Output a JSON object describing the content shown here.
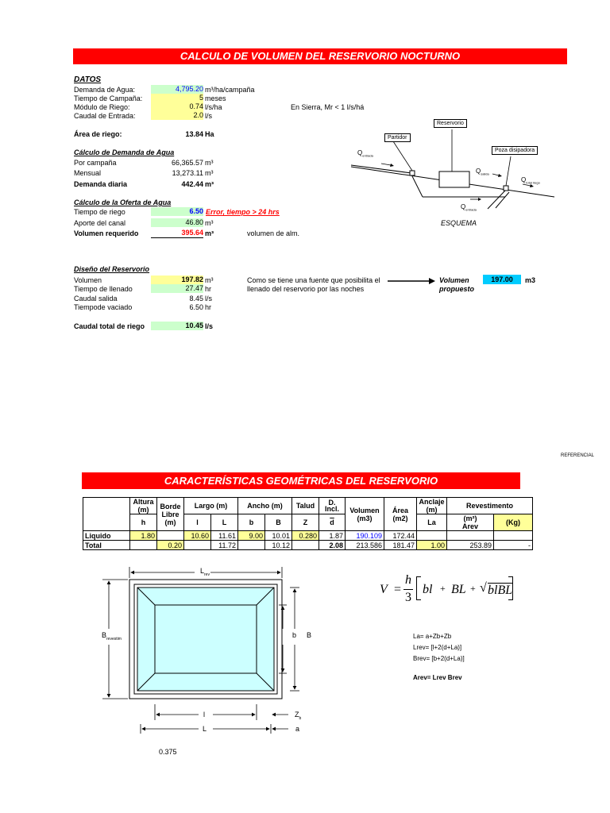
{
  "titles": {
    "main": "CALCULO DE VOLUMEN DEL RESERVORIO NOCTURNO",
    "geo": "CARACTERÍSTICAS GEOMÉTRICAS DEL RESERVORIO"
  },
  "datos": {
    "header": "DATOS",
    "rows": [
      {
        "label": "Demanda de Agua:",
        "value": "4,795.20",
        "unit": "m³/ha/campaña"
      },
      {
        "label": "Tiempo de Campaña:",
        "value": "5",
        "unit": "meses"
      },
      {
        "label": "Módulo de Riego:",
        "value": "0.74",
        "unit": "l/s/ha"
      },
      {
        "label": "Caudal de Entrada:",
        "value": "2.0",
        "unit": "l/s"
      }
    ],
    "note": "En Sierra, Mr < 1 l/s/há"
  },
  "area": {
    "label": "Área de riego:",
    "value": "13.84",
    "unit": "Ha"
  },
  "demanda": {
    "header": "Cálculo de Demanda de Agua",
    "rows": [
      {
        "label": "Por campaña",
        "value": "66,365.57",
        "unit": "m³"
      },
      {
        "label": "Mensual",
        "value": "13,273.11",
        "unit": "m³"
      },
      {
        "label": "Demanda diaria",
        "value": "442.44",
        "unit": "m³"
      }
    ]
  },
  "oferta": {
    "header": "Cálculo de la Oferta de Agua",
    "rows": [
      {
        "label": "Tiempo de riego",
        "value": "6.50",
        "unit": "Error, tiempo > 24 hrs"
      },
      {
        "label": "Aporte del canal",
        "value": "46.80",
        "unit": "m³"
      },
      {
        "label": "Volumen requerido",
        "value": "395.64",
        "unit": "m³"
      }
    ],
    "note": "volumen de alm."
  },
  "diseno": {
    "header": "Diseño del Reservorio",
    "rows": [
      {
        "label": "Volumen",
        "value": "197.82",
        "unit": "m³"
      },
      {
        "label": "Tiempo de llenado",
        "value": "27.47",
        "unit": "hr"
      },
      {
        "label": "Caudal salida",
        "value": "8.45",
        "unit": "l/s"
      },
      {
        "label": "Tiempode vaciado",
        "value": "6.50",
        "unit": "hr"
      }
    ],
    "note1": "Como se tiene una fuente que posibilita el",
    "note2": "llenado del reservorio por las noches",
    "vol_label1": "Volumen",
    "vol_label2": "propuesto",
    "vol_value": "197.00",
    "vol_unit": "m3"
  },
  "caudal_total": {
    "label": "Caudal total de riego",
    "value": "10.45",
    "unit": "l/s"
  },
  "esquema": {
    "title": "ESQUEMA",
    "partidor": "Partidor",
    "reservorio": "Reservorio",
    "poza": "Poza disipadora",
    "q_entrada": "Q",
    "q_entrada_sub": "entrada",
    "q_salida": "Q",
    "q_salida_sub": "salida",
    "q_total": "Q",
    "q_total_sub": "total riego",
    "q_entrada2": "Q",
    "q_entrada2_sub": "entrada"
  },
  "referencial": "REFERENCIAL",
  "table": {
    "h_altura": "Altura",
    "h_altura_u": "(m)",
    "h_altura_s": "h",
    "h_borde": "Borde",
    "h_borde2": "Libre",
    "h_borde_u": "(m)",
    "h_largo": "Largo (m)",
    "h_largo_l": "l",
    "h_largo_L": "L",
    "h_ancho": "Ancho (m)",
    "h_ancho_b": "b",
    "h_ancho_B": "B",
    "h_talud": "Talud",
    "h_talud_z": "Z",
    "h_dincl": "D.",
    "h_dincl2": "Incl.",
    "h_dincl_d": "d",
    "h_vol": "Volumen",
    "h_vol_u": "(m3)",
    "h_area": "Área",
    "h_area_u": "(m2)",
    "h_anclaje": "Anclaje",
    "h_anclaje_u": "(m)",
    "h_anclaje_s": "La",
    "h_rev": "Revestimento",
    "h_rev_m2": "(m²)",
    "h_rev_kg": "(Kg)",
    "h_rev_s": "Arev",
    "liquido": {
      "name": "Liquido",
      "altura": "1.80",
      "borde": "",
      "l": "10.60",
      "L": "11.61",
      "b": "9.00",
      "B": "10.01",
      "z": "0.280",
      "d": "1.87",
      "vol": "190.109",
      "area": "172.44",
      "anc": "",
      "m2": "",
      "kg": ""
    },
    "total": {
      "name": "Total",
      "altura": "",
      "borde": "0.20",
      "l": "",
      "L": "11.72",
      "b": "",
      "B": "10.12",
      "z": "",
      "d": "2.08",
      "vol": "213.586",
      "area": "181.47",
      "anc": "1.00",
      "m2": "253.89",
      "kg": "-"
    }
  },
  "drawing": {
    "lrev": "L",
    "lrev_sub": "rev",
    "brev": "B",
    "brev_sub": "revestim",
    "b": "b",
    "B": "B",
    "l": "l",
    "L": "L",
    "zb": "Z",
    "zb_sub": "b",
    "a": "a",
    "bottom": "0.375"
  },
  "formulas": {
    "V": "V",
    "eq": "=",
    "h": "h",
    "three": "3",
    "bl": "bl",
    "plus1": "+",
    "BL": "BL",
    "plus2": "+",
    "sqrt": "blBL",
    "f1": "La= a+Zb+Zb",
    "f2": "Lrev= [l+2(d+La)]",
    "f3": "Brev= [b+2(d+La)]",
    "f4": "Arev= Lrev Brev"
  }
}
